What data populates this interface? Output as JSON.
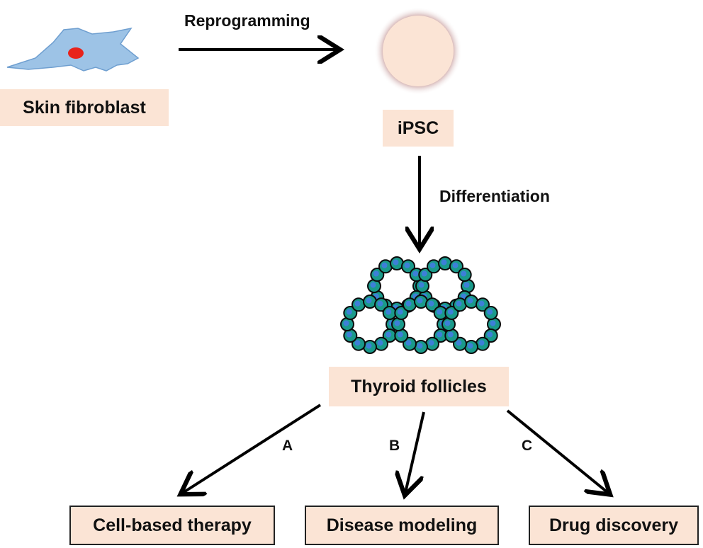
{
  "steps": {
    "reprogramming": "Reprogramming",
    "differentiation": "Differentiation"
  },
  "nodes": {
    "fibroblast": "Skin fibroblast",
    "ipsc": "iPSC",
    "follicles": "Thyroid follicles"
  },
  "branches": [
    {
      "letter": "A",
      "outcome": "Cell-based therapy"
    },
    {
      "letter": "B",
      "outcome": "Disease modeling"
    },
    {
      "letter": "C",
      "outcome": "Drug discovery"
    }
  ],
  "colors": {
    "fibroblast_body": "#9dc3e6",
    "fibroblast_nucleus": "#e8231b",
    "ipsc_fill": "#fbe4d5",
    "ipsc_glow": "#c9a0a0",
    "label_bg": "#fbe4d5",
    "follicle_cell": "#1a9a8a",
    "follicle_nucleus": "#3d7fd8",
    "arrow": "#000000"
  }
}
